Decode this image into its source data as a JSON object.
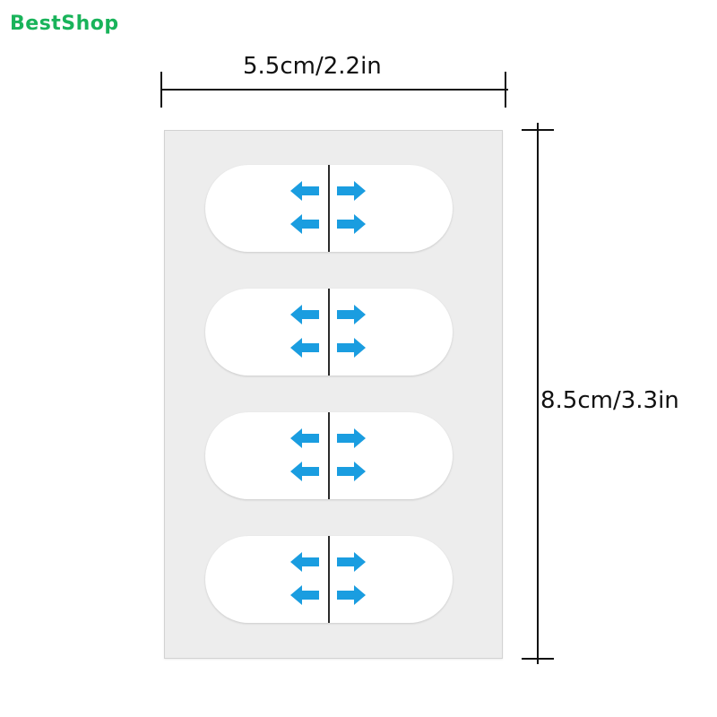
{
  "brand": {
    "name": "BestShop"
  },
  "dimensions": {
    "width_label": "5.5cm/2.2in",
    "height_label": "8.5cm/3.3in"
  },
  "sticker_sheet": {
    "pad_count": 4,
    "arrow_icons": [
      "arrow-left-icon",
      "arrow-right-icon"
    ],
    "colors": {
      "arrow": "#1a9de0",
      "sheet": "#ededed",
      "pad": "#ffffff",
      "brand": "#19b35a"
    }
  }
}
